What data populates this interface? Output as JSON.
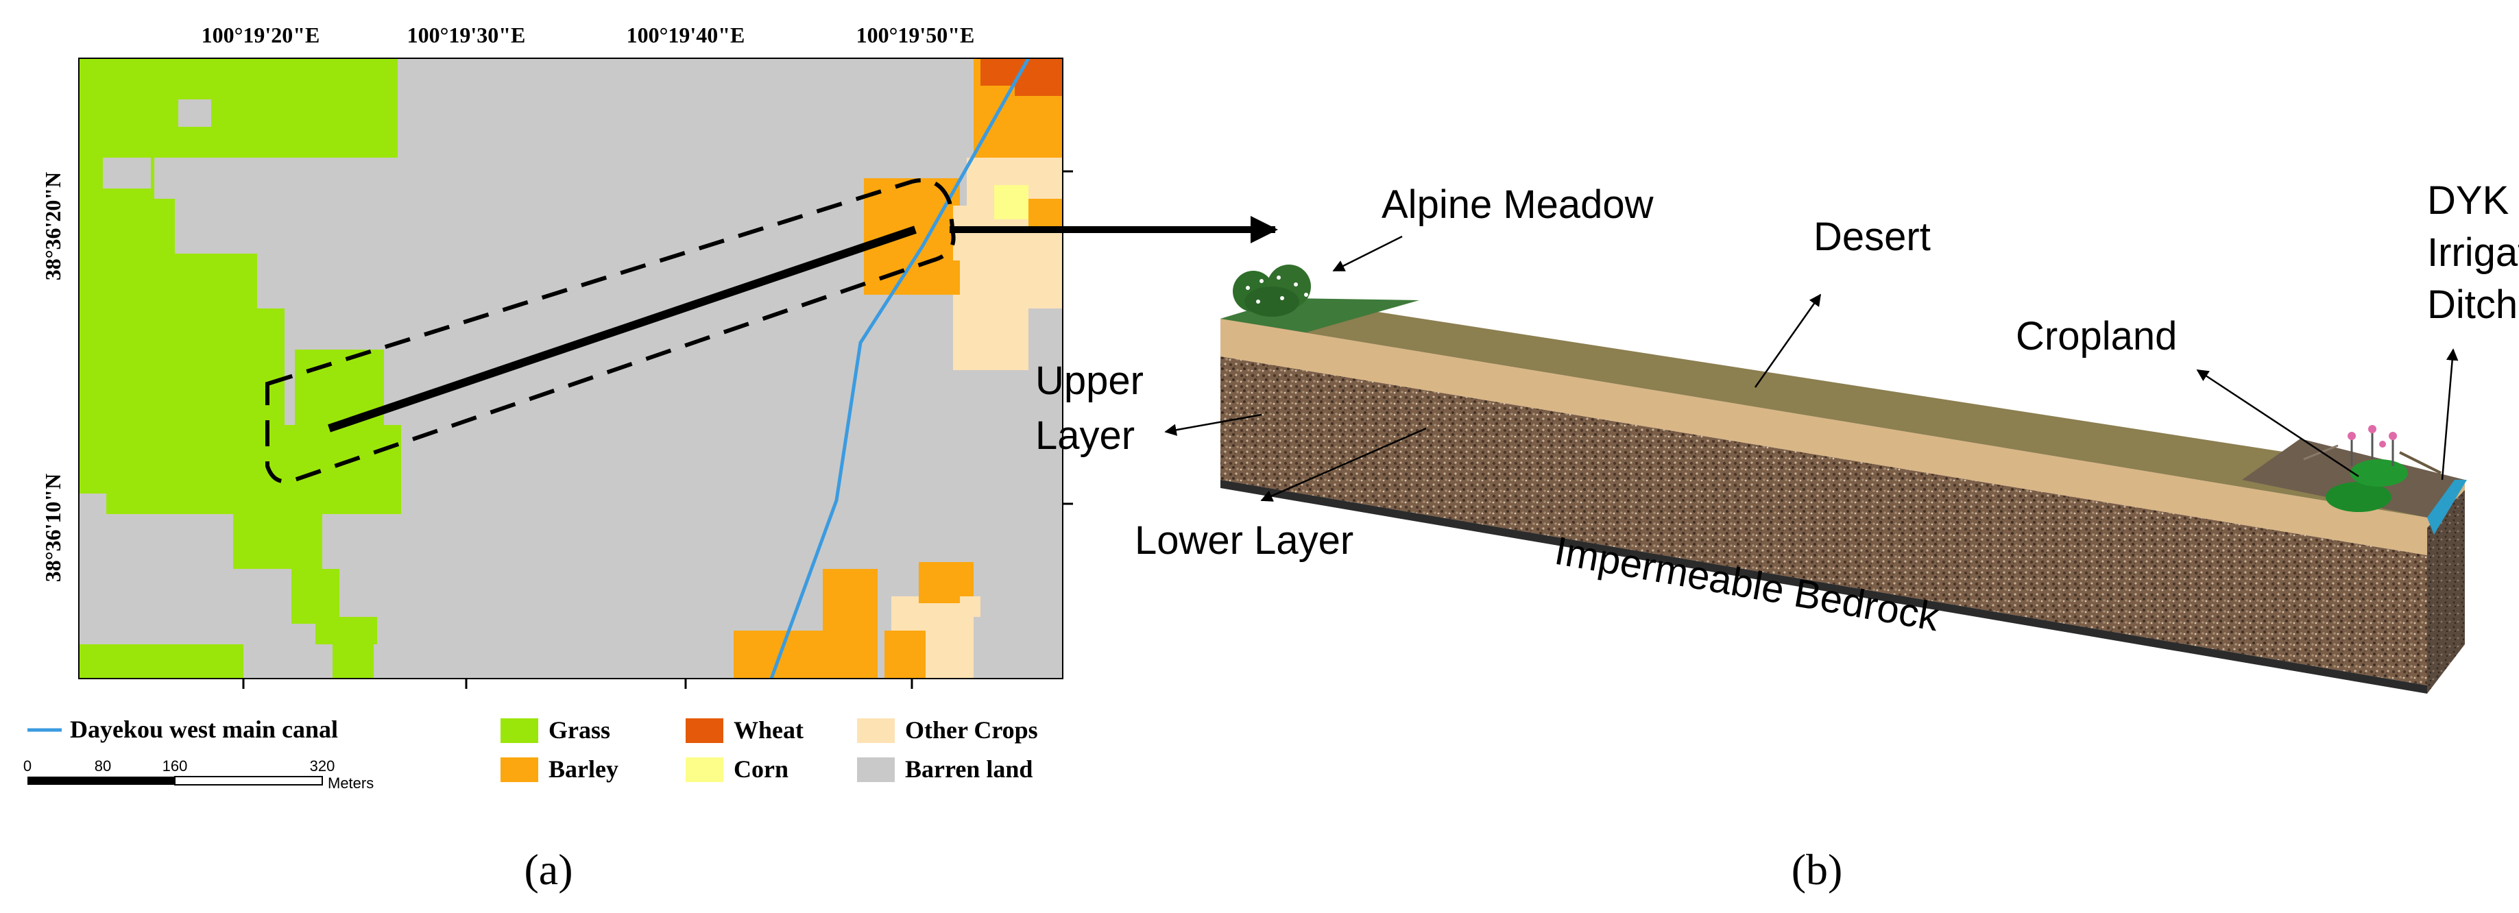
{
  "panel_a": {
    "coords_top": [
      "100°19'20\"E",
      "100°19'30\"E",
      "100°19'40\"E",
      "100°19'50\"E"
    ],
    "coords_left": [
      "38°36'20\"N",
      "38°36'10\"N"
    ],
    "legend": {
      "canal": "Dayekou west main canal",
      "classes": [
        {
          "label": "Grass",
          "color": "#9be60a"
        },
        {
          "label": "Wheat",
          "color": "#e45a0a"
        },
        {
          "label": "Other Crops",
          "color": "#fde2b4"
        },
        {
          "label": "Barley",
          "color": "#fca70f"
        },
        {
          "label": "Corn",
          "color": "#fdfd8a"
        },
        {
          "label": "Barren land",
          "color": "#c9c9c9"
        }
      ]
    },
    "scale": {
      "ticks": [
        "0",
        "80",
        "160",
        "320"
      ],
      "unit": "Meters"
    },
    "caption": "(a)"
  },
  "panel_b": {
    "labels": {
      "alpine_meadow": "Alpine Meadow",
      "desert": "Desert",
      "dyk_line1": "DYK",
      "dyk_line2": "Irrigation",
      "dyk_line3": "Ditch",
      "cropland": "Cropland",
      "upper_line1": "Upper",
      "upper_line2": "Layer",
      "lower_layer": "Lower Layer",
      "bedrock": "Impermeable Bedrock"
    },
    "caption": "(b)"
  },
  "colors": {
    "grass": "#9be60a",
    "barley": "#fca70f",
    "wheat": "#e45a0a",
    "corn": "#fdfd8a",
    "other": "#fde2b4",
    "barren": "#c9c9c9",
    "canal": "#3b9be0"
  }
}
